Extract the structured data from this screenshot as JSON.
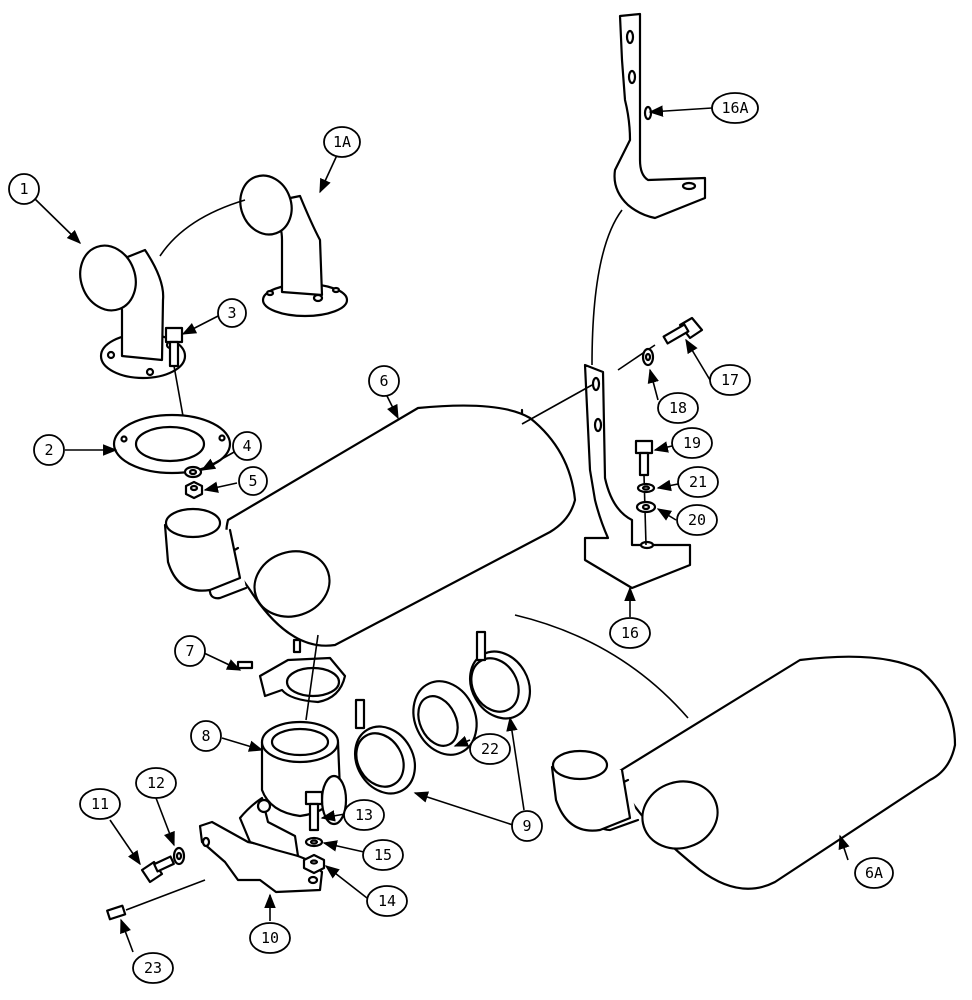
{
  "callouts": {
    "c1": "1",
    "c1A": "1A",
    "c2": "2",
    "c3": "3",
    "c4": "4",
    "c5": "5",
    "c6": "6",
    "c6A": "6A",
    "c7": "7",
    "c8": "8",
    "c9": "9",
    "c10": "10",
    "c11": "11",
    "c12": "12",
    "c13": "13",
    "c14": "14",
    "c15": "15",
    "c16": "16",
    "c16A": "16A",
    "c17": "17",
    "c18": "18",
    "c19": "19",
    "c20": "20",
    "c21": "21",
    "c22": "22",
    "c23": "23"
  }
}
